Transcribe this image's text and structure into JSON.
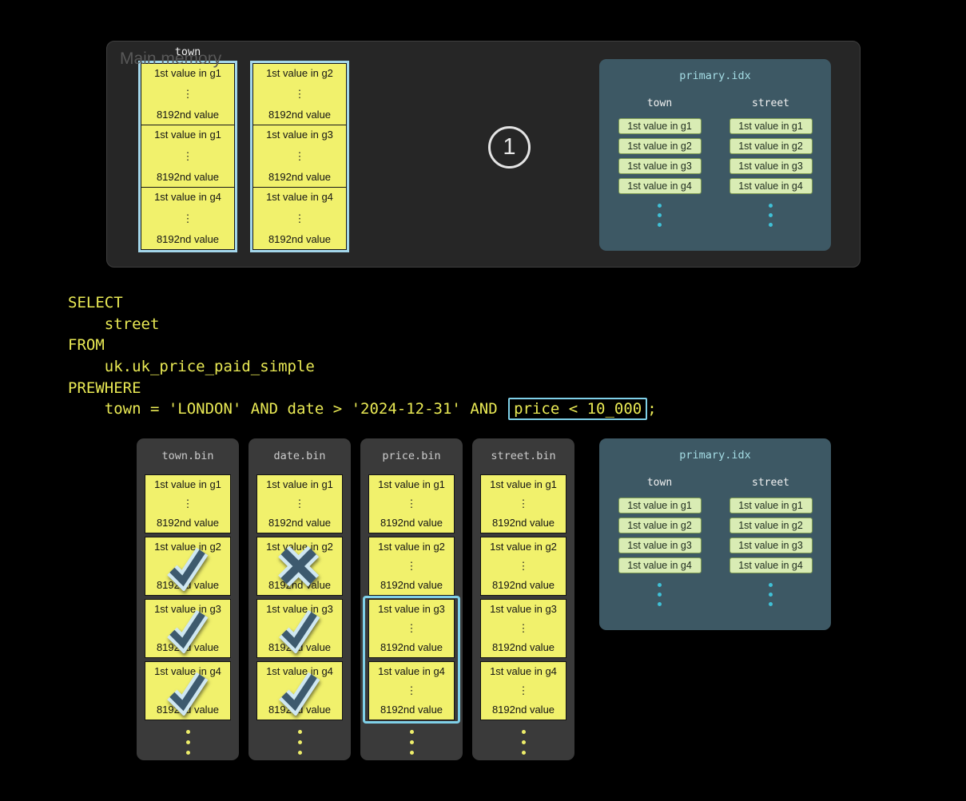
{
  "colors": {
    "background": "#000000",
    "panel_gray": "#262626",
    "bin_gray": "#3a3a3a",
    "granule_yellow": "#f1f16c",
    "selection_cyan": "#7fd0e8",
    "stack_border_cyan": "#a3d6ea",
    "sql_yellow": "#e9e954",
    "pidx_background": "#3d5864",
    "pidx_title_cyan": "#a4dce4",
    "pill_green": "#d9ecb4",
    "mark_slate": "#3d5a6e",
    "mark_outline": "#cfe7f2"
  },
  "main_memory": {
    "title": "Main memory",
    "column_label": "town",
    "step": "1",
    "stacks": [
      {
        "blocks": [
          {
            "top": "1st value in g1",
            "dots": "⋮",
            "bottom": "8192nd value"
          },
          {
            "top": "1st value in g1",
            "dots": "⋮",
            "bottom": "8192nd value"
          },
          {
            "top": "1st value in g4",
            "dots": "⋮",
            "bottom": "8192nd value"
          }
        ]
      },
      {
        "blocks": [
          {
            "top": "1st value in g2",
            "dots": "⋮",
            "bottom": "8192nd value"
          },
          {
            "top": "1st value in g3",
            "dots": "⋮",
            "bottom": "8192nd value"
          },
          {
            "top": "1st value in g4",
            "dots": "⋮",
            "bottom": "8192nd value"
          }
        ]
      }
    ]
  },
  "primary_index": {
    "title": "primary.idx",
    "columns": [
      {
        "label": "town",
        "entries": [
          "1st value in g1",
          "1st value in g2",
          "1st value in g3",
          "1st value in g4"
        ]
      },
      {
        "label": "street",
        "entries": [
          "1st value in g1",
          "1st value in g2",
          "1st value in g3",
          "1st value in g4"
        ]
      }
    ]
  },
  "sql": {
    "lines": [
      [
        {
          "text": "SELECT"
        }
      ],
      [
        {
          "text": "    street"
        }
      ],
      [
        {
          "text": "FROM"
        }
      ],
      [
        {
          "text": "    uk.uk_price_paid_simple"
        }
      ],
      [
        {
          "text": "PREWHERE"
        }
      ],
      [
        {
          "text": "    town = 'LONDON' AND date > '2024-12-31' AND "
        },
        {
          "text": "price < 10_000",
          "boxed": true
        },
        {
          "text": ";"
        }
      ]
    ]
  },
  "bins": [
    {
      "title": "town.bin",
      "granules": [
        {
          "top": "1st value in g1",
          "dots": "⋮",
          "bottom": "8192nd value",
          "mark": "none"
        },
        {
          "top": "1st value in g2",
          "dots": "⋮",
          "bottom": "8192nd value",
          "mark": "check"
        },
        {
          "top": "1st value in g3",
          "dots": "⋮",
          "bottom": "8192nd value",
          "mark": "check"
        },
        {
          "top": "1st value in g4",
          "dots": "⋮",
          "bottom": "8192nd value",
          "mark": "check"
        }
      ]
    },
    {
      "title": "date.bin",
      "granules": [
        {
          "top": "1st value in g1",
          "dots": "⋮",
          "bottom": "8192nd value",
          "mark": "none"
        },
        {
          "top": "1st value in g2",
          "dots": "⋮",
          "bottom": "8192nd value",
          "mark": "cross"
        },
        {
          "top": "1st value in g3",
          "dots": "⋮",
          "bottom": "8192nd value",
          "mark": "check"
        },
        {
          "top": "1st value in g4",
          "dots": "⋮",
          "bottom": "8192nd value",
          "mark": "check"
        }
      ]
    },
    {
      "title": "price.bin",
      "granules": [
        {
          "top": "1st value in g1",
          "dots": "⋮",
          "bottom": "8192nd value",
          "mark": "none"
        },
        {
          "top": "1st value in g2",
          "dots": "⋮",
          "bottom": "8192nd value",
          "mark": "none"
        },
        {
          "top": "1st value in g3",
          "dots": "⋮",
          "bottom": "8192nd value",
          "mark": "none",
          "selected": true
        },
        {
          "top": "1st value in g4",
          "dots": "⋮",
          "bottom": "8192nd value",
          "mark": "none",
          "selected": true
        }
      ]
    },
    {
      "title": "street.bin",
      "granules": [
        {
          "top": "1st value in g1",
          "dots": "⋮",
          "bottom": "8192nd value",
          "mark": "none"
        },
        {
          "top": "1st value in g2",
          "dots": "⋮",
          "bottom": "8192nd value",
          "mark": "none"
        },
        {
          "top": "1st value in g3",
          "dots": "⋮",
          "bottom": "8192nd value",
          "mark": "none"
        },
        {
          "top": "1st value in g4",
          "dots": "⋮",
          "bottom": "8192nd value",
          "mark": "none"
        }
      ]
    }
  ]
}
